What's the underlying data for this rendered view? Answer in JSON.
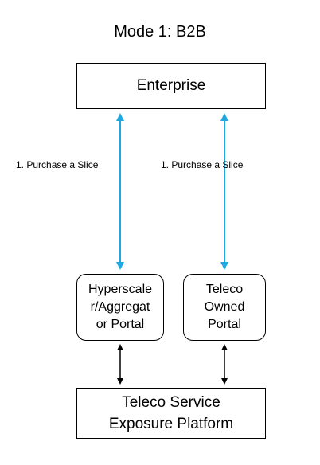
{
  "title": "Mode 1: B2B",
  "nodes": {
    "enterprise": "Enterprise",
    "hyperscaler_portal": "Hyperscale\nr/Aggregat\nor Portal",
    "teleco_owned_portal": "Teleco\nOwned\nPortal",
    "exposure_platform": "Teleco Service\nExposure Platform"
  },
  "edges": {
    "left_label": "1. Purchase a Slice",
    "right_label": "1. Purchase a Slice"
  },
  "colors": {
    "purchase_arrow": "#1fa8e0",
    "connector_arrow": "#000000",
    "box_border": "#000000"
  }
}
